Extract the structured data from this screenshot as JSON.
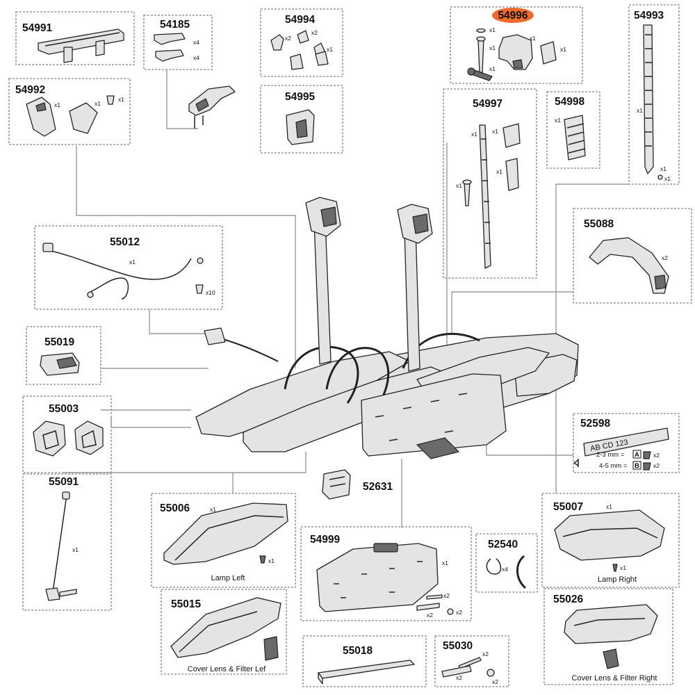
{
  "colors": {
    "highlight": "#ee6a2d",
    "frame": "#9a9a9a",
    "ink": "#222222"
  },
  "parts": {
    "p54991": {
      "number": "54991"
    },
    "p54185": {
      "number": "54185",
      "qty_a": "x4",
      "qty_b": "x4"
    },
    "p54994": {
      "number": "54994",
      "qty_a": "x2",
      "qty_b": "x2",
      "qty_c": "x1"
    },
    "p54996": {
      "number": "54996",
      "qty_a": "x1",
      "qty_b": "x1",
      "qty_c": "x1",
      "qty_d": "x1",
      "qty_e": "x1"
    },
    "p54993": {
      "number": "54993",
      "qty_a": "x1",
      "qty_b": "x1",
      "qty_c": "x1"
    },
    "p54992": {
      "number": "54992",
      "qty_a": "x1",
      "qty_b": "x1",
      "qty_c": "x1"
    },
    "p54995": {
      "number": "54995"
    },
    "p54997": {
      "number": "54997",
      "qty_a": "x1",
      "qty_b": "x1",
      "qty_c": "x1",
      "qty_d": "x1"
    },
    "p54998": {
      "number": "54998",
      "qty_a": "x1"
    },
    "p55088": {
      "number": "55088",
      "qty_a": "x2"
    },
    "p55012": {
      "number": "55012",
      "qty_a": "x1",
      "qty_b": "x10"
    },
    "p55019": {
      "number": "55019"
    },
    "p55003": {
      "number": "55003"
    },
    "p52598": {
      "number": "52598",
      "plate_text": "AB CD 123",
      "line1_text": "2-3 mm =",
      "line1_key": "A",
      "line1_qty": "x2",
      "line2_text": "4-5 mm =",
      "line2_key": "B",
      "line2_qty": "x2"
    },
    "p55091": {
      "number": "55091",
      "qty_a": "x1"
    },
    "p52631": {
      "number": "52631"
    },
    "p55006": {
      "number": "55006",
      "qty_a": "x1",
      "qty_b": "x1",
      "caption": "Lamp Left"
    },
    "p55015": {
      "number": "55015",
      "caption": "Cover Lens & Filter Lef"
    },
    "p54999": {
      "number": "54999",
      "qty_a": "x1",
      "qty_b": "x2",
      "qty_c": "x2",
      "qty_d": "x2"
    },
    "p52540": {
      "number": "52540",
      "qty_a": "x4"
    },
    "p55018": {
      "number": "55018"
    },
    "p55030": {
      "number": "55030",
      "qty_a": "x2",
      "qty_b": "x2",
      "qty_c": "x2"
    },
    "p55007": {
      "number": "55007",
      "qty_a": "x1",
      "qty_b": "x1",
      "caption": "Lamp Right"
    },
    "p55026": {
      "number": "55026",
      "caption": "Cover Lens & Filter Right"
    }
  }
}
